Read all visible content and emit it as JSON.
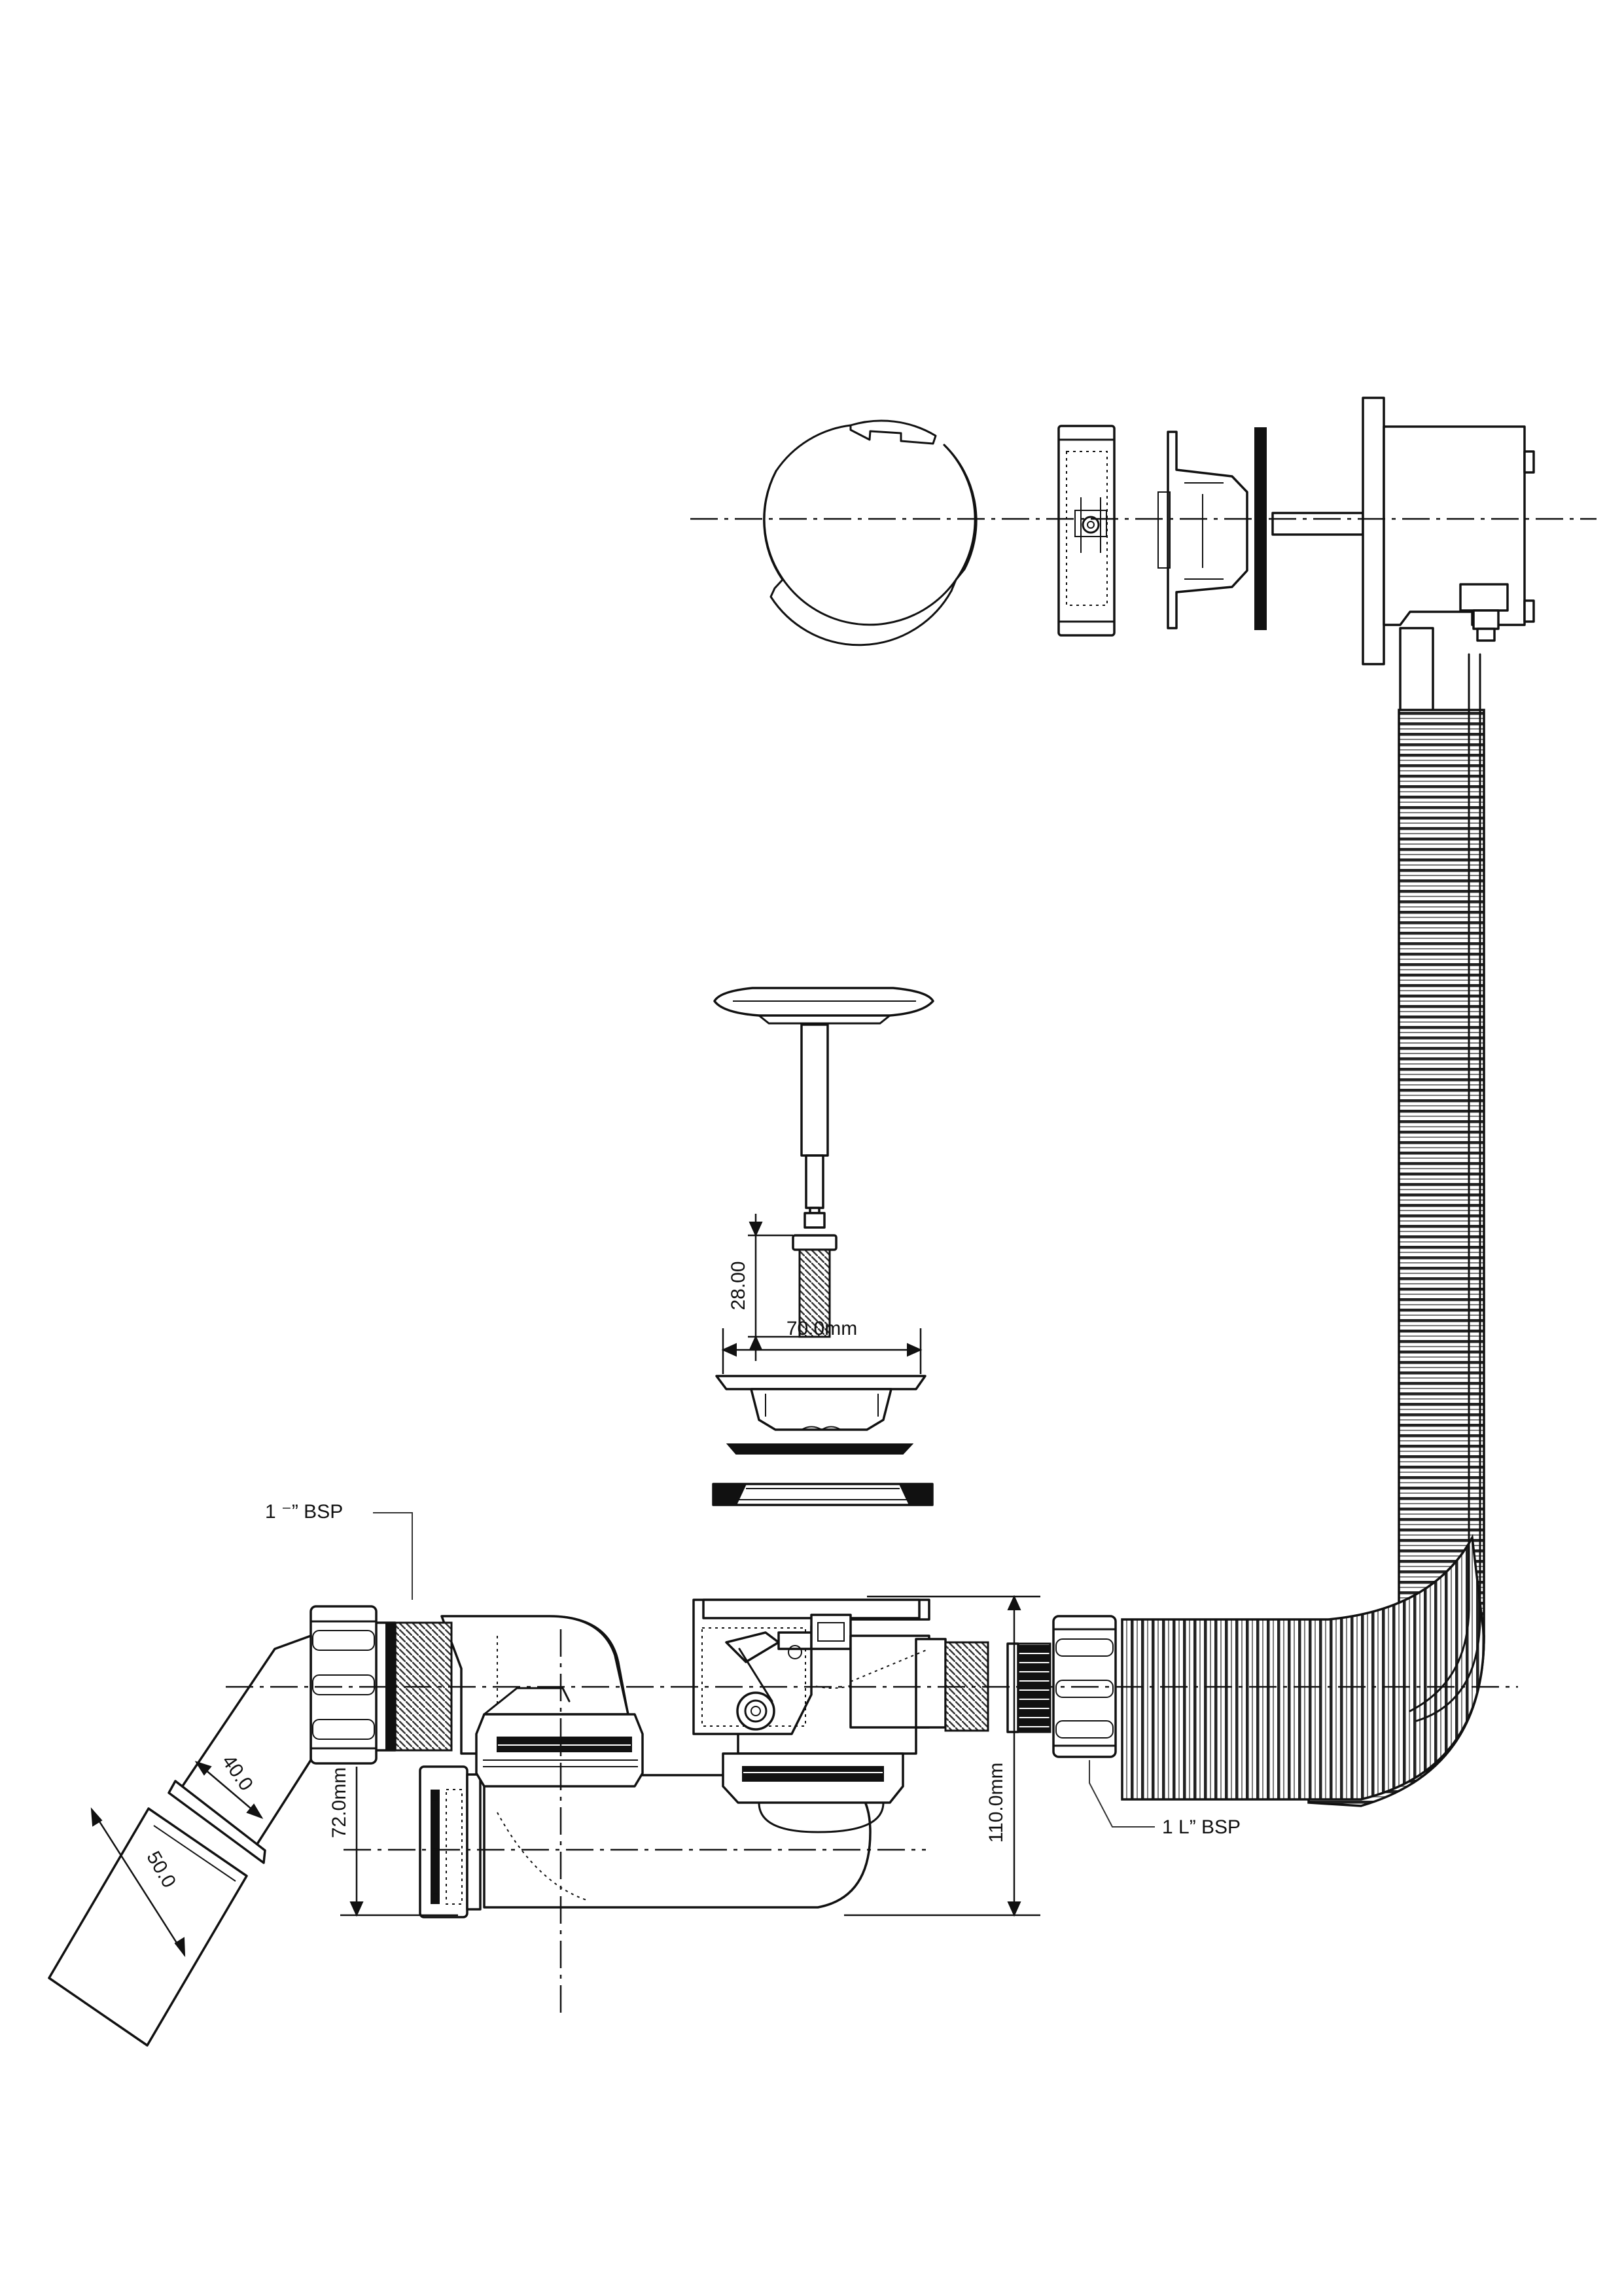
{
  "labels": {
    "stem_thread_length": "28.00",
    "strainer_diameter": "70.0mm",
    "waste_outlet_thread": "1 ⁻” BSP",
    "overflow_connection_thread": "1 L” BSP",
    "outlet_pipe_od": "50.0",
    "outlet_pipe_id": "40.0",
    "trap_drop": "72.0mm",
    "trap_height": "110.0mm"
  }
}
